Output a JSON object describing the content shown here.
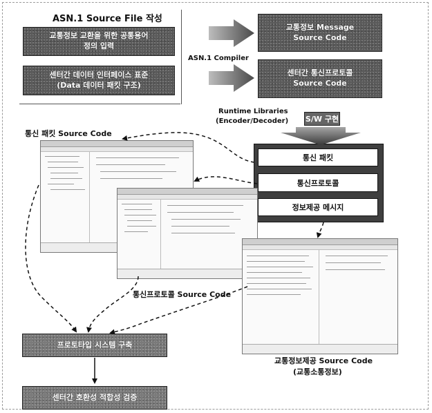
{
  "source_file_title": "ASN.1 Source File 작성",
  "compiler_label": "ASN.1 Compiler",
  "runtime_label_1": "Runtime Libraries",
  "runtime_label_2": "(Encoder/Decoder)",
  "sw_label": "S/W 구현",
  "left_boxes": [
    {
      "line1": "교통정보 교환을 위한 공통용어",
      "line2": "정의 입력"
    },
    {
      "line1": "센터간 데이터 인터페이스 표준",
      "line2": "(Data 데이터 패킷 구조)"
    }
  ],
  "right_boxes": [
    {
      "line1": "교통정보 Message",
      "line2": "Source Code"
    },
    {
      "line1": "센터간 통신프로토콜",
      "line2": "Source Code"
    }
  ],
  "stack_items": [
    "통신 패킷",
    "통신프로토콜",
    "정보제공 메시지"
  ],
  "packet_source_label": "통신 패킷 Source Code",
  "protocol_source_label": "통신프로토콜 Source Code",
  "info_source_label_1": "교통정보제공 Source Code",
  "info_source_label_2": "(교통소통정보)",
  "bottom_boxes": [
    "프로토타입 시스템 구축",
    "센터간 호환성 적합성 검증"
  ]
}
